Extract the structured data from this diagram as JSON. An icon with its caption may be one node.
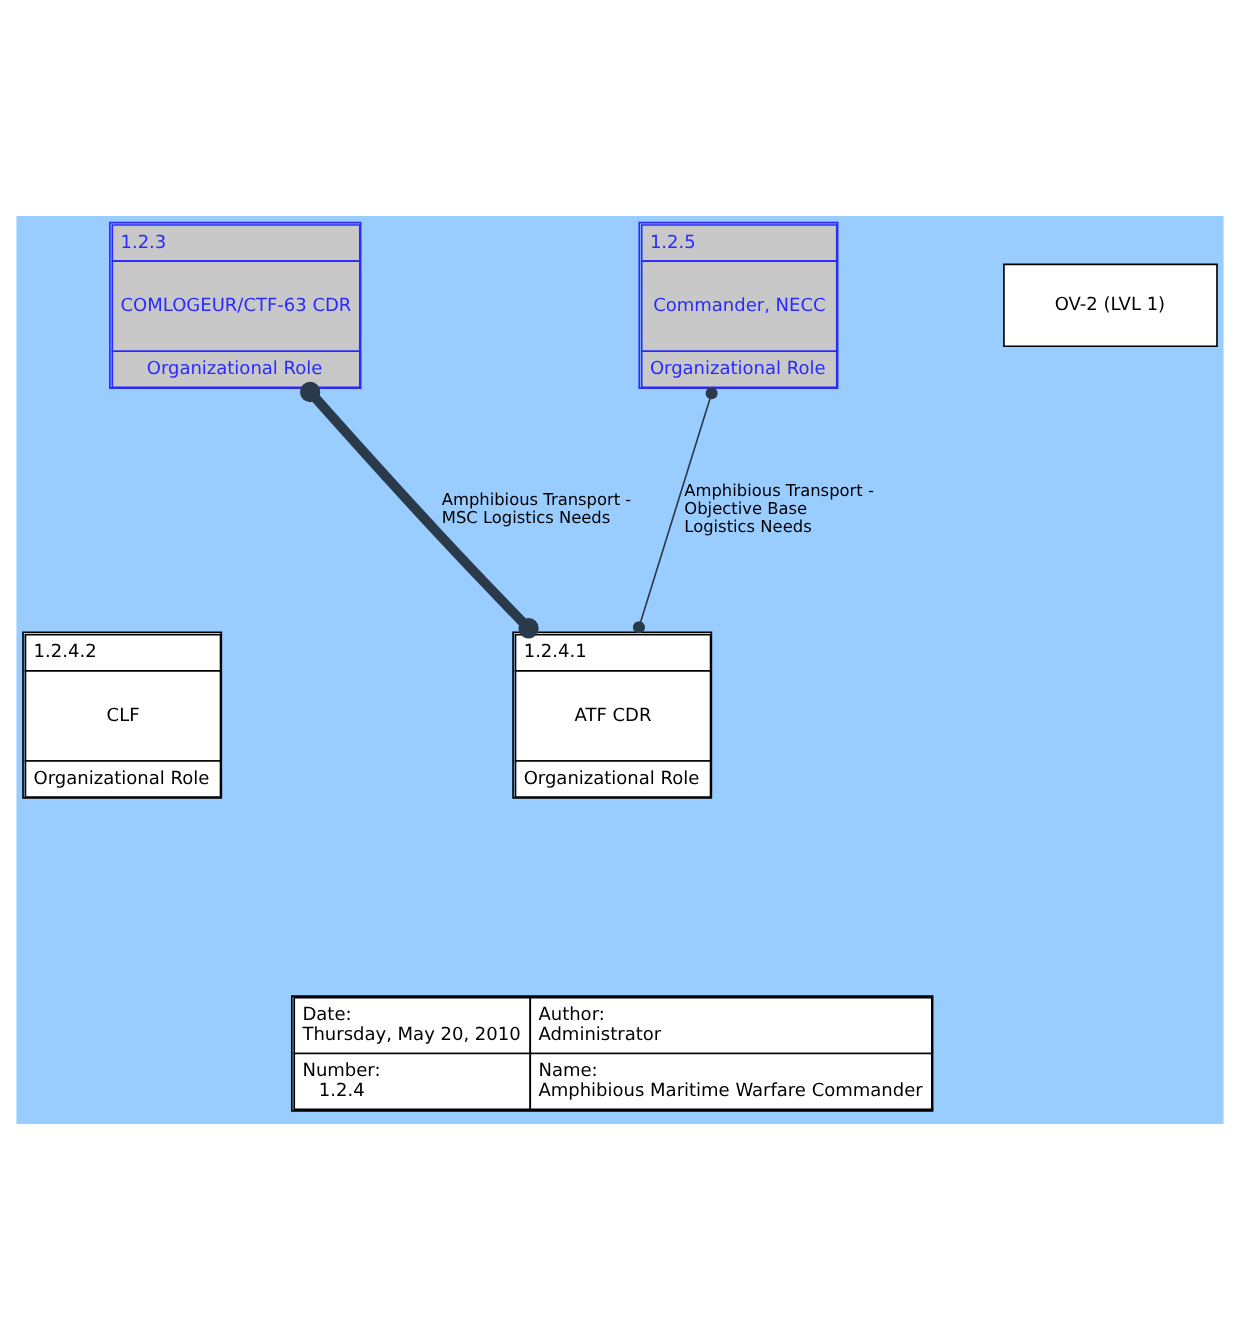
{
  "diagram": {
    "nodes": [
      {
        "text": [
          "1.2.3",
          "COMLOGEUR/CTF-63 CDR",
          "Organizational Role"
        ]
      },
      {
        "text": [
          "1.2.5",
          "Commander, NECC",
          "Organizational Role"
        ]
      },
      {
        "text": [
          "OV-2 (LVL 1)"
        ]
      },
      {
        "text": [
          "1.2.4.2",
          "CLF",
          "Organizational Role"
        ]
      },
      {
        "text": [
          "1.2.4.1",
          "ATF CDR",
          "Organizational Role"
        ]
      }
    ],
    "edges": [
      {
        "from": 0,
        "to": 4,
        "arrow": "other",
        "label": "Amphibious Transport - MSC Logistics Needs",
        "style": "thick"
      },
      {
        "from": 1,
        "to": 4,
        "arrow": "other",
        "label": "Amphibious Transport - Objective Base Logistics Needs"
      }
    ],
    "labels": [
      "Date:",
      "Thursday, May 20, 2010",
      "Author:",
      "Administrator",
      "Number:",
      "1.2.4",
      "Name:",
      "Amphibious Maritime Warfare Commander"
    ]
  }
}
